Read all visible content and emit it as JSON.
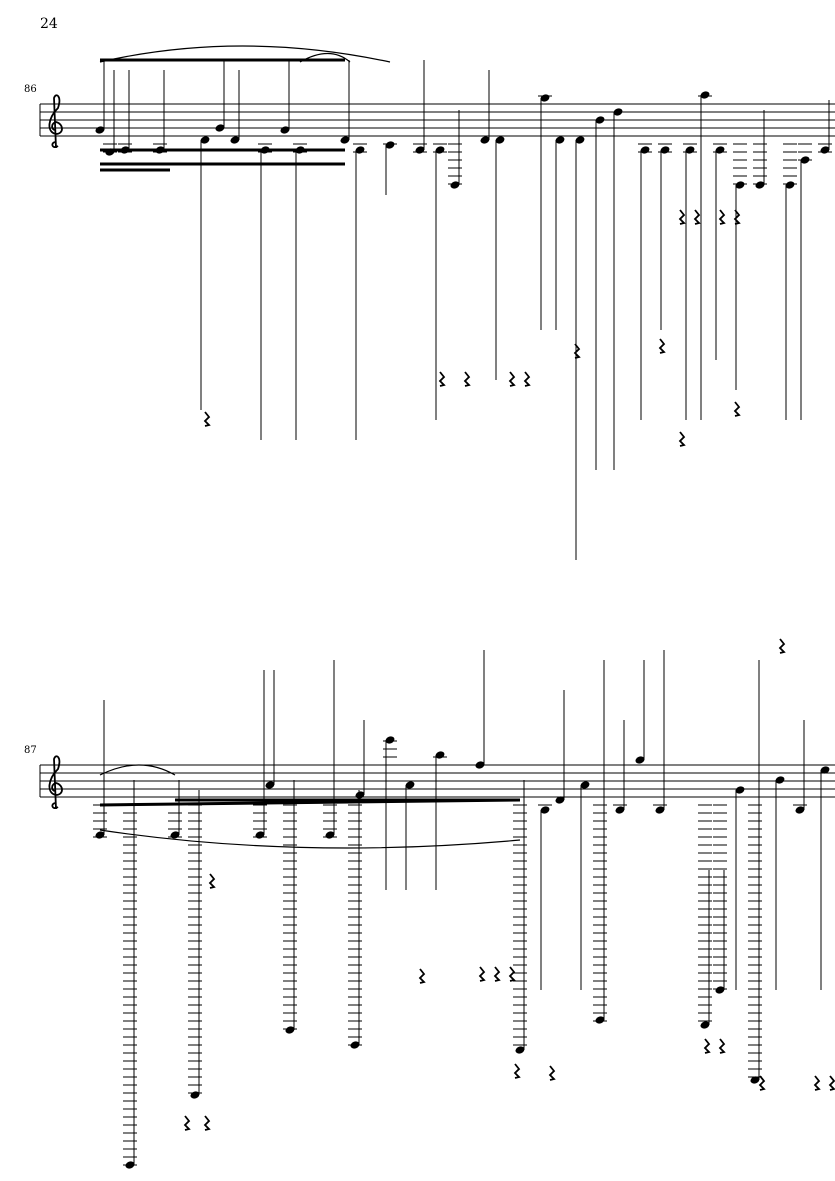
{
  "page": {
    "number": "24"
  },
  "systems": [
    {
      "measure_number": "86",
      "clef": "treble"
    },
    {
      "measure_number": "87",
      "clef": "treble"
    }
  ]
}
